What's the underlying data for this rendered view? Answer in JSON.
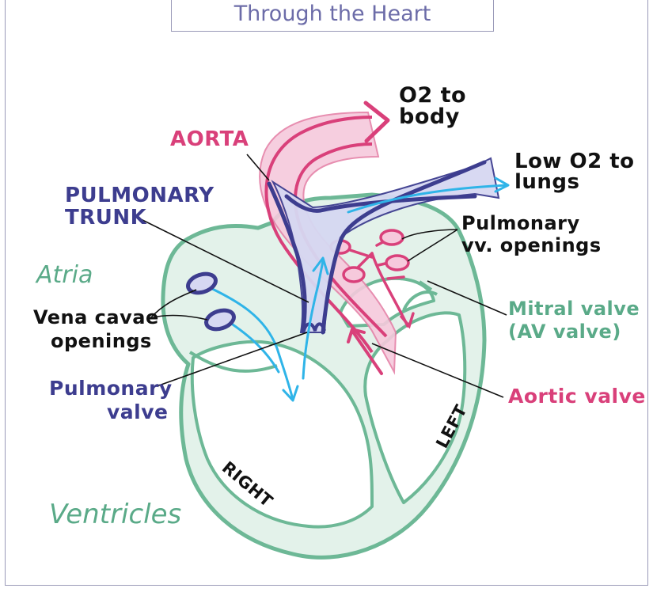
{
  "title": "Through the Heart",
  "labels": {
    "o2_body_1": "O2 to",
    "o2_body_2": "body",
    "low_o2_1": "Low O2 to",
    "low_o2_2": "lungs",
    "aorta": "AORTA",
    "pulmonary_trunk_1": "PULMONARY",
    "pulmonary_trunk_2": "TRUNK",
    "pulm_vv_1": "Pulmonary",
    "pulm_vv_2": "vv. openings",
    "atria": "Atria",
    "vena_cavae_1": "Vena cavae",
    "vena_cavae_2": "openings",
    "mitral_1": "Mitral valve",
    "mitral_2": "(AV valve)",
    "pulmonary_valve_1": "Pulmonary",
    "pulmonary_valve_2": "valve",
    "aortic_valve": "Aortic valve",
    "left": "LEFT",
    "right": "RIGHT",
    "ventricles": "Ventricles"
  },
  "colors": {
    "heart_outline": "#6db896",
    "heart_fill": "#e3f2ea",
    "oxygenated": "#d9407a",
    "oxygenated_fill": "#f6c9dc",
    "deoxygenated": "#3d3d8f",
    "deoxygenated_fill": "#d6d8f2",
    "flow_arrow": "#2fb4e8",
    "leader_line": "#111111"
  }
}
